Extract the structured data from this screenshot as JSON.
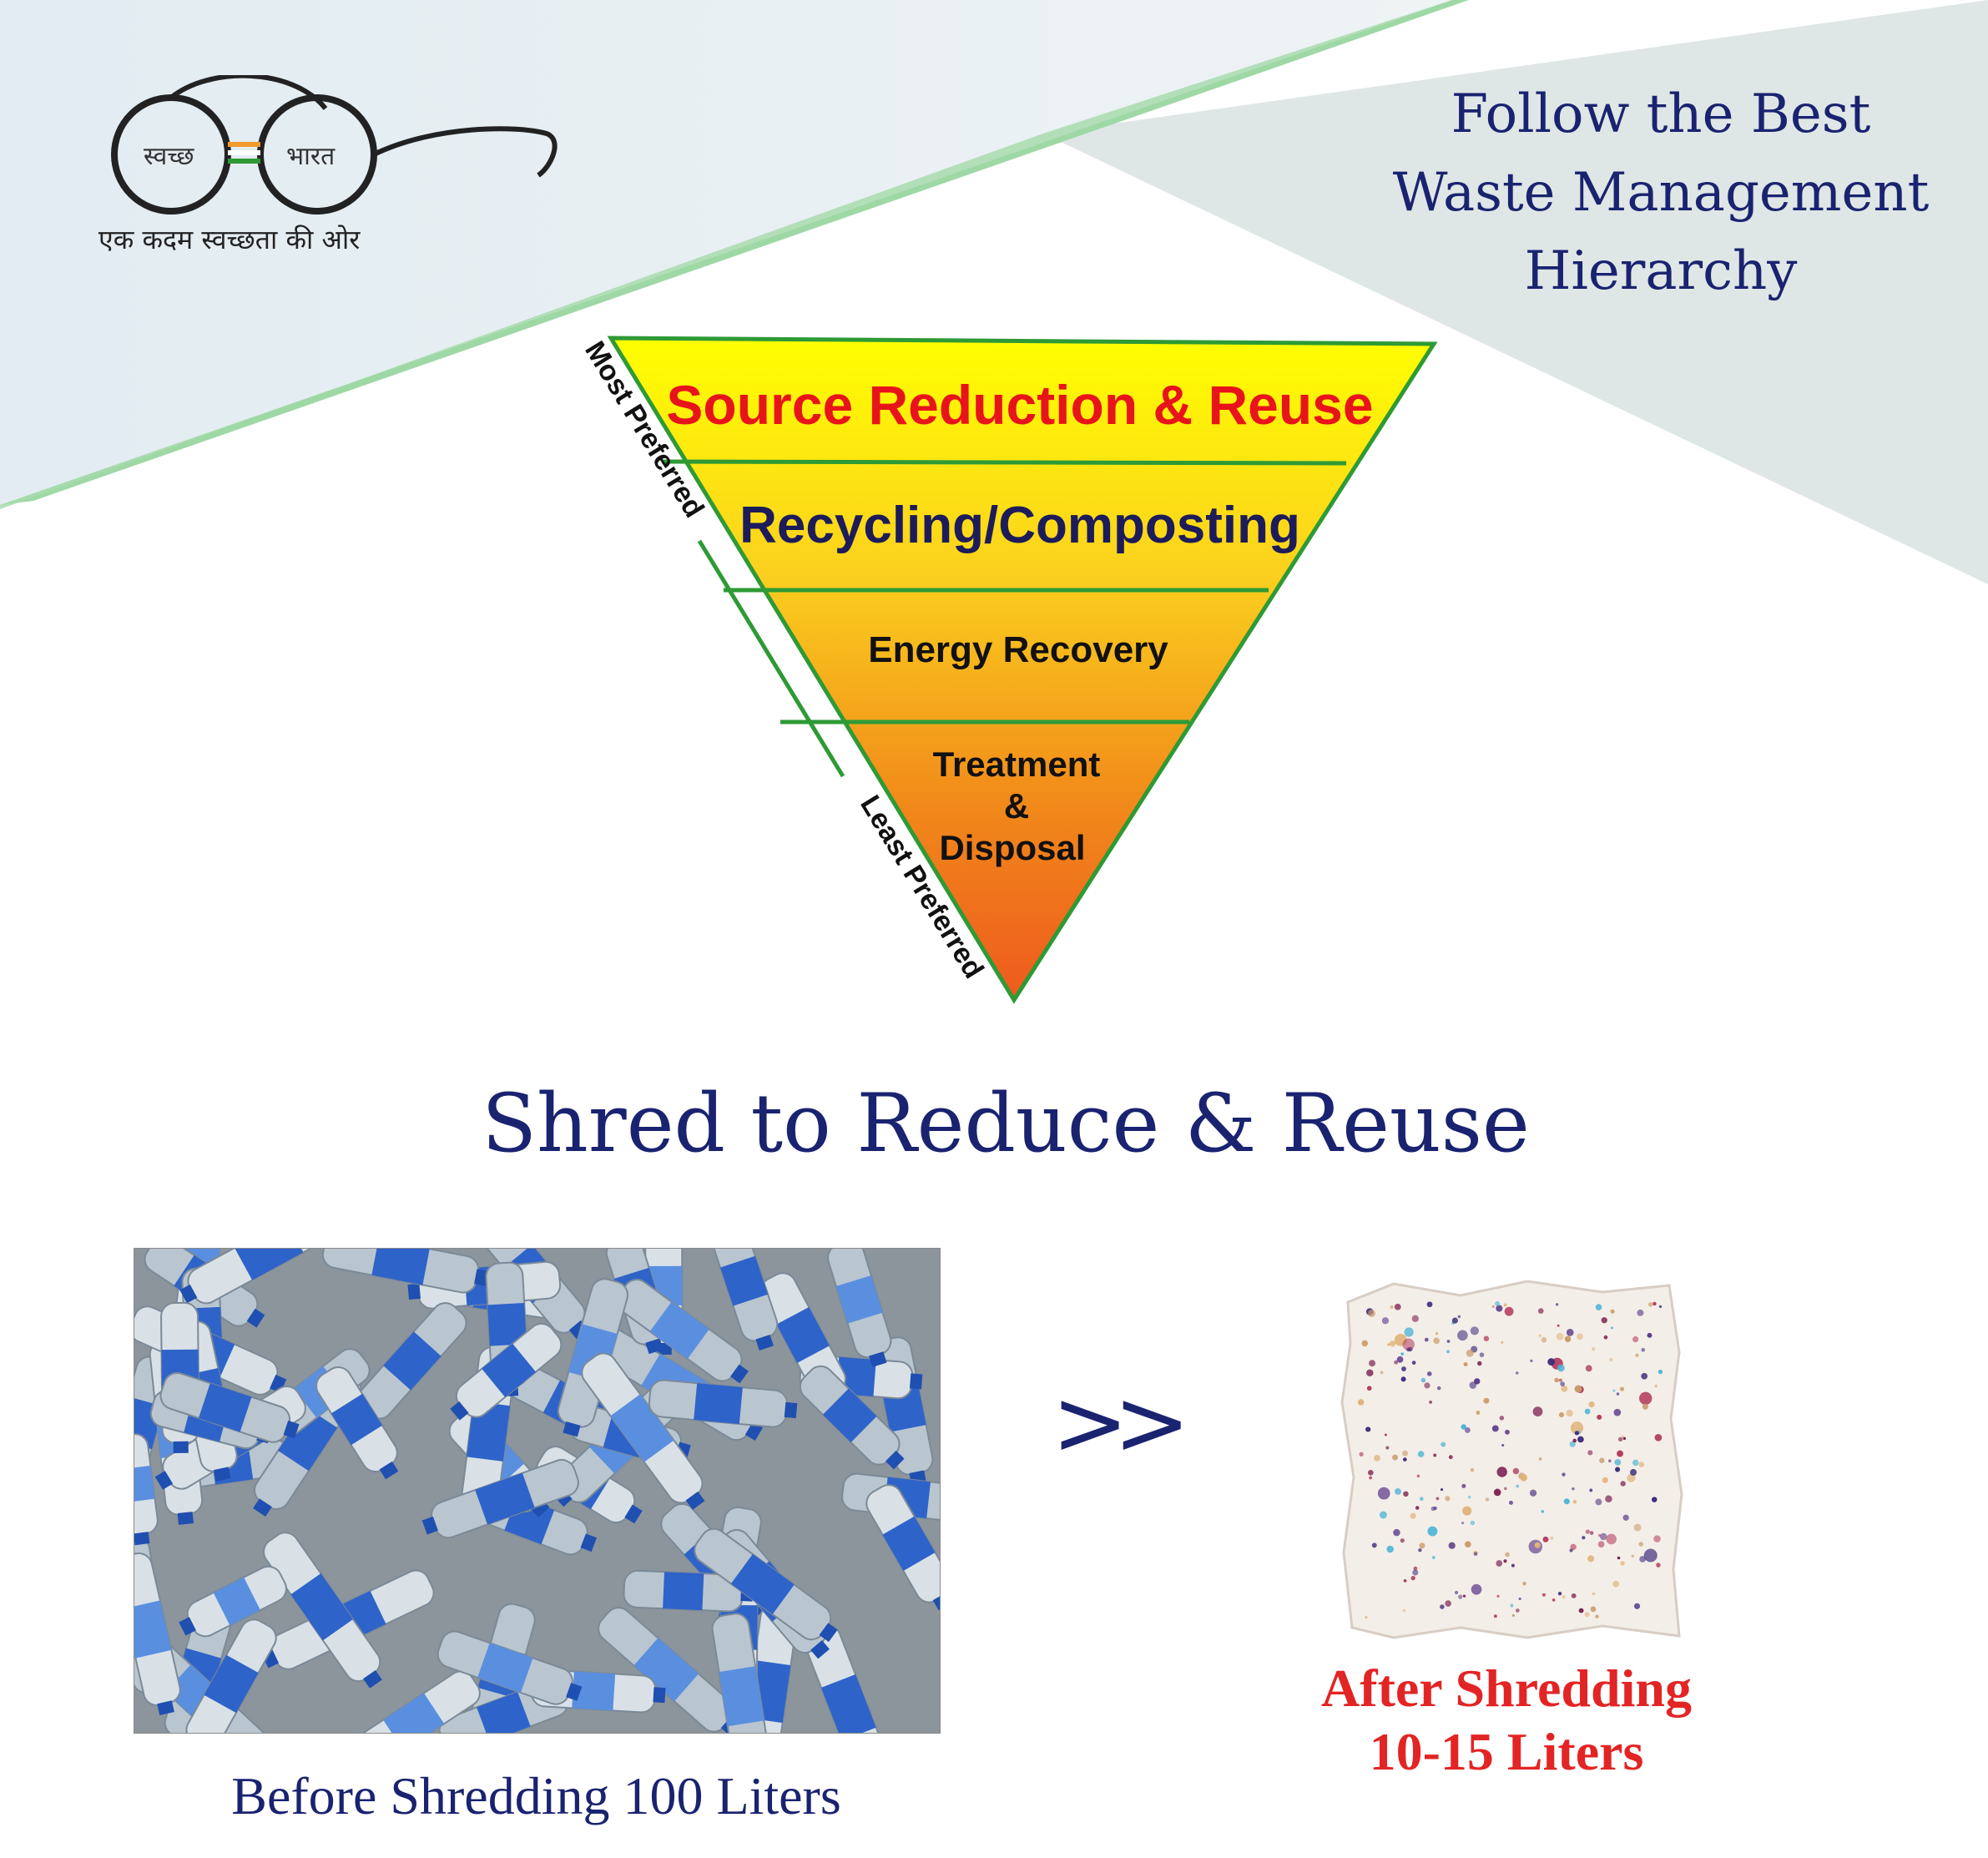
{
  "logo": {
    "left_word": "स्वच्छ",
    "right_word": "भारत",
    "tagline": "एक कदम स्वच्छता की ओर"
  },
  "headline": {
    "line1": "Follow the Best",
    "line2": "Waste Management",
    "line3": "Hierarchy"
  },
  "hierarchy": {
    "most_label": "Most Preferred",
    "least_label": "Least Preferred",
    "levels": [
      {
        "label": "Source Reduction & Reuse",
        "color": "#e8141b"
      },
      {
        "label": "Recycling/Composting",
        "color": "#1c1c5a"
      },
      {
        "label": "Energy Recovery",
        "color": "#111111"
      },
      {
        "label": "Treatment",
        "color": "#111111"
      },
      {
        "label": "&",
        "color": "#111111"
      },
      {
        "label": "Disposal",
        "color": "#111111"
      }
    ],
    "border_color": "#2e9a35",
    "gradient": [
      "#ffff00",
      "#fbd11e",
      "#f18a1a",
      "#ee5a1e"
    ]
  },
  "section": {
    "title": "Shred to Reduce & Reuse",
    "arrow": ">>"
  },
  "captions": {
    "before": "Before Shredding 100 Liters",
    "after_line1": "After Shredding",
    "after_line2": "10-15 Liters"
  },
  "colors": {
    "navy": "#1a2370",
    "red": "#e32424",
    "green_band": "#9fd9a6",
    "grey_band": "#dfe7e8"
  }
}
